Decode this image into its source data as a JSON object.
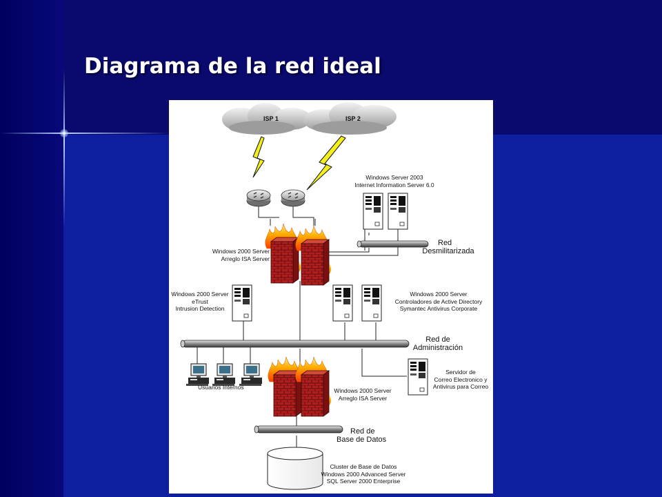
{
  "slide": {
    "title": "Diagrama de la red ideal"
  },
  "diagram": {
    "isp1": "ISP 1",
    "isp2": "ISP 2",
    "dmz_servers": [
      "Windows Server 2003",
      "Internet Information Server 6.0"
    ],
    "dmz_network": [
      "Red",
      "Desmilitarizada"
    ],
    "firewall_top": [
      "Windows 2000 Server",
      "Arreglo ISA Server"
    ],
    "ids_server": [
      "Windows 2000 Server",
      "eTrust",
      "Intrusion Detection"
    ],
    "ad_servers": [
      "Windows 2000 Server",
      "Controladores de Active Directory",
      "Symantec Antivirus Corporate"
    ],
    "admin_network": [
      "Red de",
      "Administración"
    ],
    "internal_users": "Usuarios Internos",
    "mail_server": [
      "Servidor de",
      "Correo Electronico y",
      "Antivirus para Correo"
    ],
    "firewall_bottom": [
      "Windows 2000 Server",
      "Arreglo ISA Server"
    ],
    "db_network": [
      "Red de",
      "Base de Datos"
    ],
    "db_cluster": [
      "Cluster de Base de Datos",
      "Windows 2000 Advanced Server",
      "SQL Server 2000 Enterprise"
    ]
  }
}
